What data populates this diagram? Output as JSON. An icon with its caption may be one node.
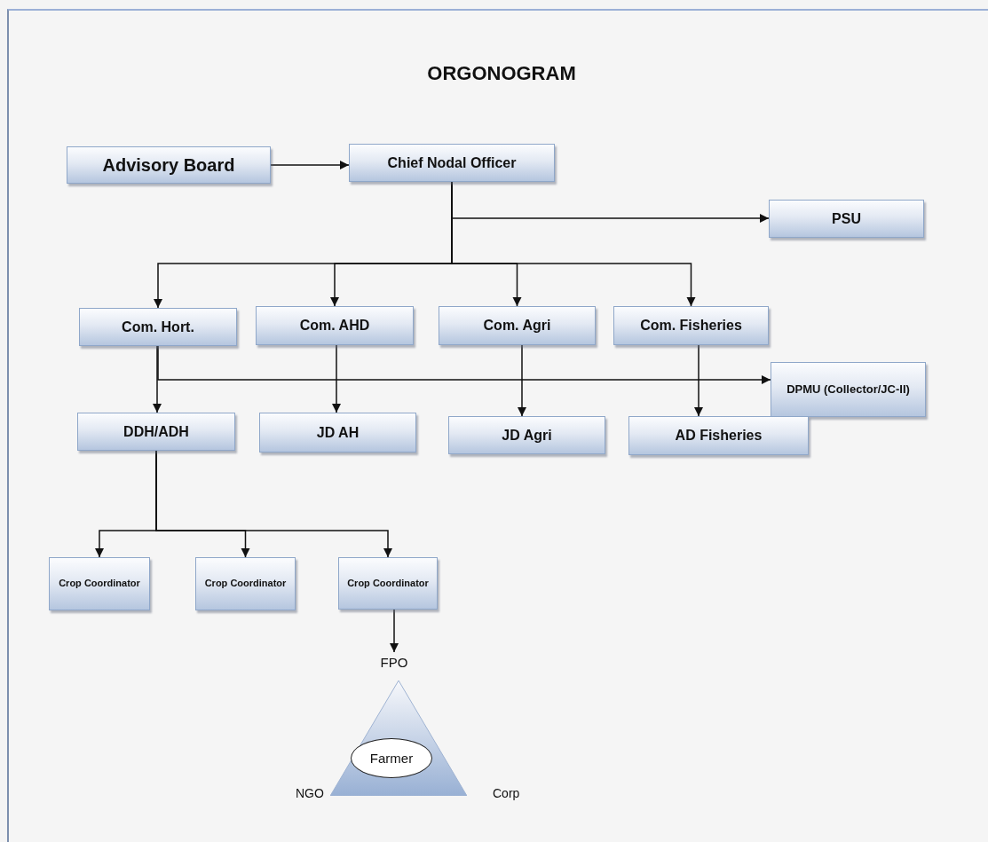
{
  "diagram": {
    "title": "ORGONOGRAM",
    "nodes": [
      {
        "text": [
          "Advisory Board"
        ]
      },
      {
        "text": [
          "Chief Nodal Officer"
        ]
      },
      {
        "text": [
          "PSU"
        ]
      },
      {
        "text": [
          "Com. Hort."
        ]
      },
      {
        "text": [
          "Com. AHD"
        ]
      },
      {
        "text": [
          "Com. Agri"
        ]
      },
      {
        "text": [
          "Com. Fisheries"
        ]
      },
      {
        "text": [
          "DPMU (Collector/JC-II)"
        ]
      },
      {
        "text": [
          "DDH/ADH"
        ]
      },
      {
        "text": [
          "JD AH"
        ]
      },
      {
        "text": [
          "JD Agri"
        ]
      },
      {
        "text": [
          "AD Fisheries"
        ]
      },
      {
        "text": [
          "Crop Coordinator"
        ]
      },
      {
        "text": [
          "Crop Coordinator"
        ]
      },
      {
        "text": [
          "Crop Coordinator"
        ]
      },
      {
        "text": [
          "FPO"
        ]
      },
      {
        "text": [],
        "shape": "triangle"
      },
      {
        "text": [
          "Farmer"
        ],
        "in": 16
      }
    ],
    "edges": [
      {
        "from": 0,
        "to": 1,
        "arrow": "to"
      },
      {
        "from": 1,
        "to": 2,
        "arrow": "to"
      },
      {
        "from": 1,
        "to": 3,
        "arrow": "to"
      },
      {
        "from": 1,
        "to": 4,
        "arrow": "to"
      },
      {
        "from": 1,
        "to": 5,
        "arrow": "to"
      },
      {
        "from": 1,
        "to": 6,
        "arrow": "to"
      },
      {
        "from": 3,
        "to": 7,
        "arrow": "to"
      },
      {
        "from": 3,
        "to": 8,
        "arrow": "to"
      },
      {
        "from": 4,
        "to": 9,
        "arrow": "to"
      },
      {
        "from": 5,
        "to": 10,
        "arrow": "to"
      },
      {
        "from": 6,
        "to": 11,
        "arrow": "to"
      },
      {
        "from": 8,
        "to": 12,
        "arrow": "to"
      },
      {
        "from": 8,
        "to": 13,
        "arrow": "to"
      },
      {
        "from": 8,
        "to": 14,
        "arrow": "to"
      },
      {
        "from": 14,
        "to": 15,
        "arrow": "to"
      }
    ],
    "labels": [
      "NGO",
      "Corp"
    ]
  }
}
